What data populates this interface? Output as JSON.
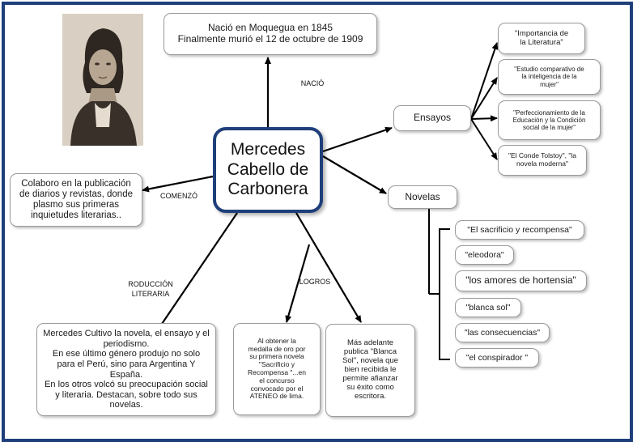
{
  "center": "Mercedes\nCabello de\nCarbonera",
  "nodes": {
    "birth": "Nació en Moquegua en 1845\nFinalmente murió el 12 de octubre de 1909",
    "start": "Colaboro en la publicación\nde diarios y revistas, donde\nplasmo sus primeras\ninquietudes literarias..",
    "essays": "Ensayos",
    "novels": "Novelas",
    "production": "Mercedes Cultivo la novela, el ensayo y el\nperiodismo.\nEn ese último género produjo no solo\npara el Perú, sino para Argentina Y\nEspaña.\nEn los otros volcó su preocupación social\ny literaria. Destacan, sobre todo sus\nnovelas.",
    "achievement_1": "Al obtener la\nmedalla de oro por\nsu primera novela\n\"Sacrificio y\nRecompensa \"...en\nel concurso\nconvocado por el\nATENEO de lima.",
    "achievement_2": "Más adelante\npublica \"Blanca\nSol\", novela que\nbien recibida le\npermite afianzar\nsu éxito como\nescritora."
  },
  "link_labels": {
    "born": "NACIÓ",
    "began": "COMENZÓ",
    "production": "RODUCCIÓN\nLITERARIA",
    "achievements": "LOGROS"
  },
  "essay_items": [
    "\"Importancia de\nla Literatura\"",
    "\"Estudio comparativo de\nla inteligencia de la\nmujer\"",
    "\"Perfeccionamiento de la\nEducación y la Condición\nsocial de la mujer\"",
    "\"El Conde Tolstoy\", \"la\nnovela moderna\""
  ],
  "novel_items": [
    "\"El sacrificio y recompensa\"",
    "\"eleodora\"",
    "\"los amores de hortensia\"",
    "\"blanca sol\"",
    "\"las consecuencias\"",
    "\"el conspirador \""
  ],
  "colors": {
    "frame": "#1f3f7a",
    "box_border": "#9a9a9a",
    "arrow": "#000000"
  },
  "portrait": "portrait-photo"
}
